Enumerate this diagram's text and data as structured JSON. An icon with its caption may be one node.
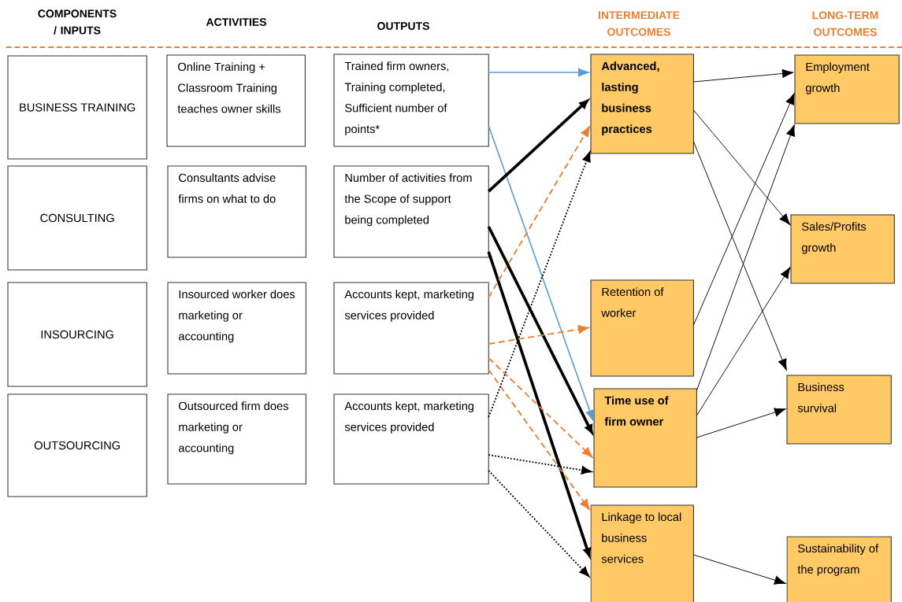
{
  "diagram": {
    "nodes": [
      {
        "text": [
          "BUSINESS TRAINING"
        ]
      },
      {
        "text": [
          "CONSULTING"
        ]
      },
      {
        "text": [
          "INSOURCING"
        ]
      },
      {
        "text": [
          "OUTSOURCING"
        ]
      },
      {
        "text": [
          "Online Training + Classroom Training teaches owner skills"
        ]
      },
      {
        "text": [
          "Consultants advise firms on what to do"
        ]
      },
      {
        "text": [
          "Insourced worker does marketing or accounting"
        ]
      },
      {
        "text": [
          "Outsourced firm does marketing or accounting"
        ]
      },
      {
        "text": [
          "Trained firm owners, Training completed, Sufficient number of points*"
        ]
      },
      {
        "text": [
          "Number of activities from the Scope of support being completed"
        ]
      },
      {
        "text": [
          "Accounts kept, marketing services provided"
        ]
      },
      {
        "text": [
          "Accounts kept, marketing services provided"
        ]
      },
      {
        "text": [
          "Advanced, lasting business practices"
        ]
      },
      {
        "text": [
          "Retention of worker"
        ]
      },
      {
        "text": [
          "Time use of firm owner"
        ]
      },
      {
        "text": [
          "Linkage to local business services"
        ]
      },
      {
        "text": [
          "Employment growth"
        ]
      },
      {
        "text": [
          "Sales/Profits growth"
        ]
      },
      {
        "text": [
          "Business survival"
        ]
      },
      {
        "text": [
          "Sustainability of the program"
        ]
      }
    ],
    "edges": [
      {
        "from": 8,
        "to": 12,
        "arrow": "to",
        "color": "#5b9bd5"
      },
      {
        "from": 8,
        "to": 14,
        "arrow": "to",
        "color": "#5b9bd5"
      },
      {
        "from": 9,
        "to": 12,
        "arrow": "to",
        "style": "thick"
      },
      {
        "from": 9,
        "to": 14,
        "arrow": "to",
        "style": "thick"
      },
      {
        "from": 9,
        "to": 15,
        "arrow": "to",
        "style": "thick"
      },
      {
        "from": 10,
        "to": 12,
        "arrow": "to",
        "style": "dashed",
        "color": "#ed7d31"
      },
      {
        "from": 10,
        "to": 13,
        "arrow": "to",
        "style": "dashed",
        "color": "#ed7d31"
      },
      {
        "from": 10,
        "to": 14,
        "arrow": "to",
        "style": "dashed",
        "color": "#ed7d31"
      },
      {
        "from": 10,
        "to": 15,
        "arrow": "to",
        "style": "dashed",
        "color": "#ed7d31"
      },
      {
        "from": 11,
        "to": 12,
        "arrow": "to",
        "style": "dashed"
      },
      {
        "from": 11,
        "to": 14,
        "arrow": "to",
        "style": "dashed"
      },
      {
        "from": 11,
        "to": 15,
        "arrow": "to",
        "style": "dashed"
      },
      {
        "from": 12,
        "to": 16,
        "arrow": "to"
      },
      {
        "from": 12,
        "to": 17,
        "arrow": "to"
      },
      {
        "from": 12,
        "to": 18,
        "arrow": "to"
      },
      {
        "from": 13,
        "to": 16,
        "arrow": "to"
      },
      {
        "from": 14,
        "to": 16,
        "arrow": "to"
      },
      {
        "from": 14,
        "to": 17,
        "arrow": "to"
      },
      {
        "from": 14,
        "to": 18,
        "arrow": "to"
      },
      {
        "from": 15,
        "to": 19,
        "arrow": "to"
      }
    ],
    "labels": [
      "COMPONENTS / INPUTS",
      "ACTIVITIES",
      "OUTPUTS",
      "INTERMEDIATE OUTCOMES",
      "LONG-TERM OUTCOMES"
    ]
  }
}
